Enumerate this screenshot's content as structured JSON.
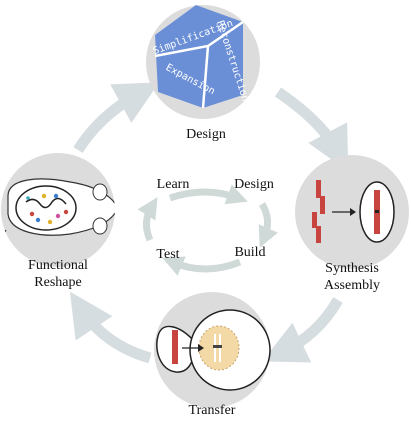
{
  "colors": {
    "node_fill": "#dcdcdc",
    "ring_arrow": "#d6dde0",
    "inner_arrow": "#cfdad8",
    "cube_face": "#6b8fd6",
    "cube_edge": "#ffffff",
    "chromosome": "#c8453f",
    "nucleus": "#f3d9a5",
    "text": "#111111"
  },
  "nodes": {
    "design": {
      "label": "Design",
      "cube_faces": [
        "Simplification",
        "Reconstruction",
        "Expansion"
      ],
      "icon": "hexagon-cube-icon"
    },
    "synthesis": {
      "label_line1": "Synthesis",
      "label_line2": "Assembly",
      "icon": "chromosome-assembly-icon"
    },
    "transfer": {
      "label": "Transfer",
      "icon": "cell-transfer-icon"
    },
    "functional": {
      "label_line1": "Functional",
      "label_line2": "Reshape",
      "icon": "mouse-cell-icon"
    }
  },
  "inner_cycle": {
    "learn": "Learn",
    "design": "Design",
    "test": "Test",
    "build": "Build"
  }
}
